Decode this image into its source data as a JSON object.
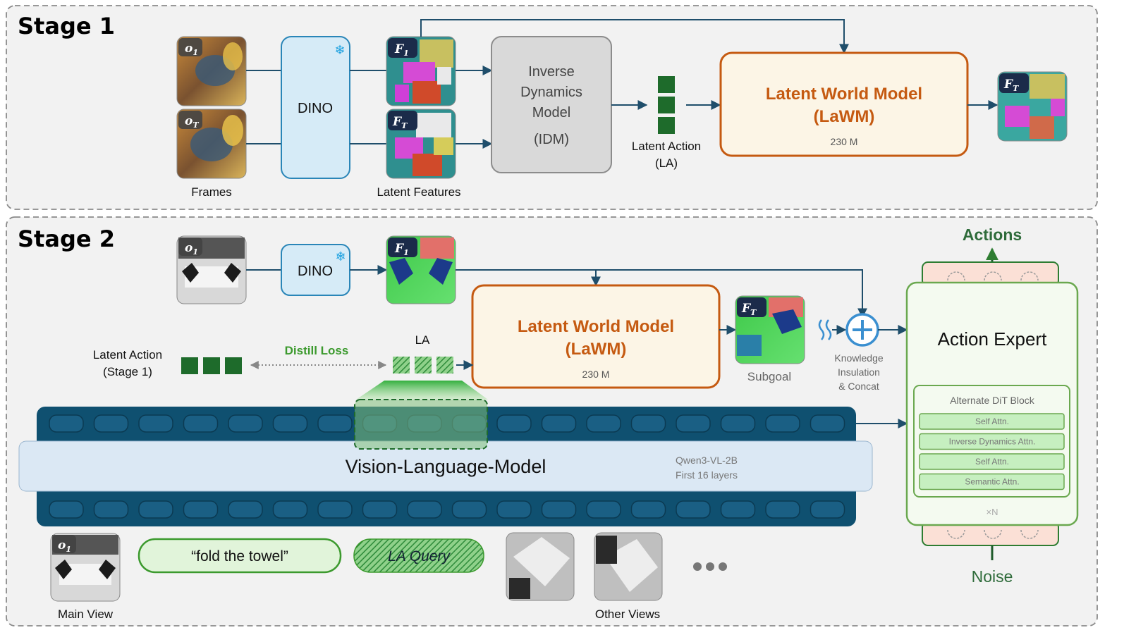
{
  "stage1": {
    "title": "Stage 1",
    "frames_label": "Frames",
    "frame_o1": "o",
    "frame_o1_sub": "1",
    "frame_oT": "o",
    "frame_oT_sub": "T",
    "dino": "DINO",
    "feat_F1": "F",
    "feat_F1_sub": "1",
    "feat_FT": "F",
    "feat_FT_sub": "T",
    "latent_features_label": "Latent Features",
    "idm_line1": "Inverse",
    "idm_line2": "Dynamics",
    "idm_line3": "Model",
    "idm_line4": "(IDM)",
    "la_line1": "Latent Action",
    "la_line2": "(LA)",
    "lawm_line1": "Latent World Model",
    "lawm_line2": "(LaWM)",
    "lawm_params": "230 M",
    "out_FT": "F",
    "out_FT_sub": "T"
  },
  "stage2": {
    "title": "Stage 2",
    "frame_o1": "o",
    "frame_o1_sub": "1",
    "dino": "DINO",
    "feat_F1": "F",
    "feat_F1_sub": "1",
    "lawm_line1": "Latent World Model",
    "lawm_line2": "(LaWM)",
    "lawm_params": "230 M",
    "subgoal_F": "F",
    "subgoal_F_sub": "T",
    "subgoal_label": "Subgoal",
    "knowledge_line1": "Knowledge",
    "knowledge_line2": "Insulation",
    "knowledge_line3": "& Concat",
    "latent_action_line1": "Latent Action",
    "latent_action_line2": "(Stage 1)",
    "distill_loss": "Distill Loss",
    "la_label": "LA",
    "vlm_label": "Vision-Language-Model",
    "vlm_model_line1": "Qwen3-VL-2B",
    "vlm_model_line2": "First 16 layers",
    "main_view_o": "o",
    "main_view_o_sub": "1",
    "main_view_label": "Main View",
    "instruction": "“fold the towel”",
    "la_query": "LA Query",
    "other_views_label": "Other Views",
    "actions_label": "Actions",
    "action_expert": "Action Expert",
    "dit_block_title": "Alternate DiT Block",
    "dit_rows": [
      "Self Attn.",
      "Inverse Dynamics Attn.",
      "Self Attn.",
      "Semantic Attn."
    ],
    "times_n": "×N",
    "noise_label": "Noise"
  },
  "colors": {
    "panel_bg": "#f2f2f2",
    "dino_fill": "#d6ebf7",
    "dino_stroke": "#2a86b8",
    "idm_fill": "#d9d9d9",
    "lawm_fill": "#fcf5e6",
    "lawm_stroke": "#c55a11",
    "lawm_text": "#c55a11",
    "arrow": "#1f4e6b",
    "la_green": "#1e6b2b",
    "distill_green": "#3c9a2e",
    "vlm_dark": "#0f5070",
    "vlm_light": "#dbe8f4",
    "action_green": "#2e7d32",
    "expert_fill": "#f4faf0",
    "dit_row": "#c6efc0"
  }
}
